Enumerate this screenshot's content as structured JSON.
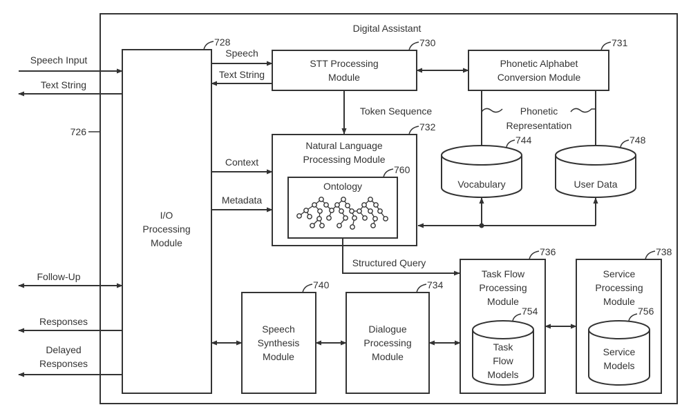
{
  "diagram": {
    "title": "Digital Assistant",
    "container_ref": "726",
    "external_io": {
      "speech_input": "Speech Input",
      "text_string": "Text String",
      "follow_up": "Follow-Up",
      "responses": "Responses",
      "delayed_responses_line1": "Delayed",
      "delayed_responses_line2": "Responses"
    },
    "modules": {
      "io": {
        "ref": "728",
        "line1": "I/O",
        "line2": "Processing",
        "line3": "Module"
      },
      "stt": {
        "ref": "730",
        "line1": "STT Processing",
        "line2": "Module"
      },
      "phonetic": {
        "ref": "731",
        "line1": "Phonetic Alphabet",
        "line2": "Conversion Module"
      },
      "nlp": {
        "ref": "732",
        "line1": "Natural Language",
        "line2": "Processing Module"
      },
      "ontology": {
        "ref": "760",
        "label": "Ontology"
      },
      "vocabulary": {
        "ref": "744",
        "label": "Vocabulary"
      },
      "user_data": {
        "ref": "748",
        "label": "User Data"
      },
      "task_flow": {
        "ref": "736",
        "line1": "Task Flow",
        "line2": "Processing",
        "line3": "Module"
      },
      "task_flow_models": {
        "ref": "754",
        "line1": "Task",
        "line2": "Flow",
        "line3": "Models"
      },
      "service": {
        "ref": "738",
        "line1": "Service",
        "line2": "Processing",
        "line3": "Module"
      },
      "service_models": {
        "ref": "756",
        "line1": "Service",
        "line2": "Models"
      },
      "speech_synthesis": {
        "ref": "740",
        "line1": "Speech",
        "line2": "Synthesis",
        "line3": "Module"
      },
      "dialogue": {
        "ref": "734",
        "line1": "Dialogue",
        "line2": "Processing",
        "line3": "Module"
      }
    },
    "edges": {
      "speech": "Speech",
      "text_string": "Text String",
      "token_sequence": "Token Sequence",
      "phonetic_line1": "Phonetic",
      "phonetic_line2": "Representation",
      "context": "Context",
      "metadata": "Metadata",
      "structured_query": "Structured Query"
    }
  }
}
